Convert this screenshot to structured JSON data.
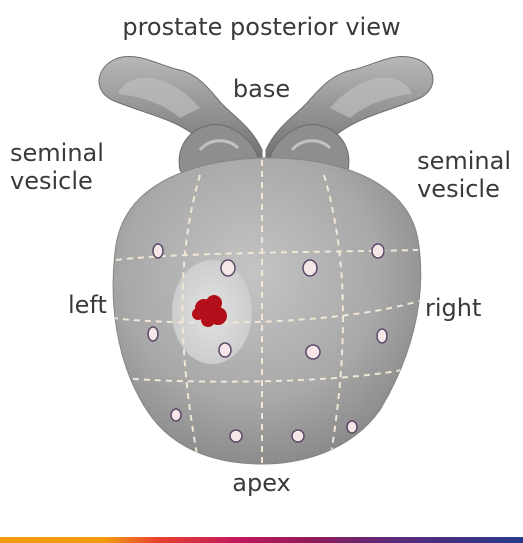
{
  "title": "prostate posterior view",
  "labels": {
    "base": "base",
    "seminal_vesicle_left": [
      "seminal",
      "vesicle"
    ],
    "seminal_vesicle_right": [
      "seminal",
      "vesicle"
    ],
    "left": "left",
    "right": "right",
    "apex": "apex"
  },
  "colors": {
    "gland": "#9a9a9a",
    "grid_line": "#f1e7d4",
    "biopsy_dot_fill": "#f6e6e8",
    "biopsy_dot_stroke": "#5a4a6a",
    "lesion": "#b30f1a",
    "highlight_zone": "#d3d3d3"
  },
  "icons": {
    "seminal_vesicles": "seminal-vesicles-illustration",
    "gland": "prostate-gland-illustration",
    "lesion": "tumor-lesion"
  }
}
